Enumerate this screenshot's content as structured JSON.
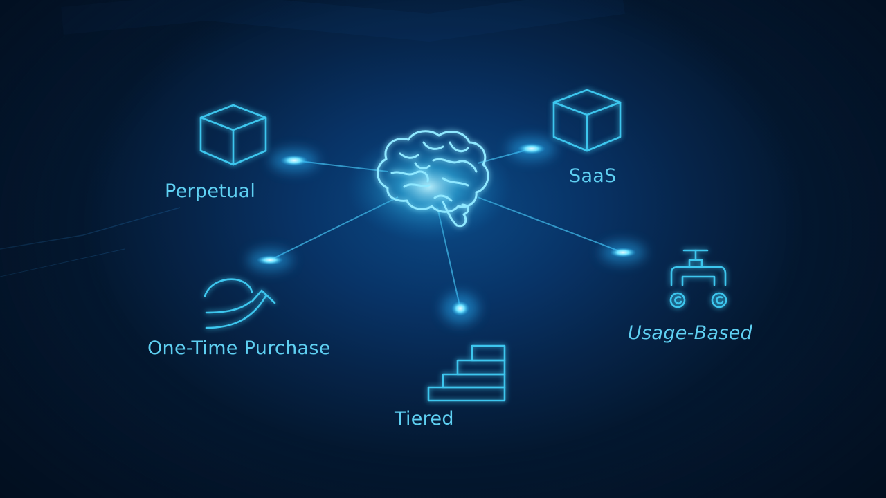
{
  "diagram": {
    "center": {
      "icon": "brain-icon"
    },
    "nodes": [
      {
        "id": "perpetual",
        "label": "Perpetual",
        "icon": "cube-icon"
      },
      {
        "id": "saas",
        "label": "SaaS",
        "icon": "cube-icon"
      },
      {
        "id": "one-time-purchase",
        "label": "One-Time Purchase",
        "icon": "curved-arrow-icon"
      },
      {
        "id": "tiered",
        "label": "Tiered",
        "icon": "stairs-icon"
      },
      {
        "id": "usage-based",
        "label": "Usage-Based",
        "icon": "faucet-meter-icon"
      }
    ]
  },
  "colors": {
    "accent": "#3ec6ee",
    "label": "#5fd0f2",
    "glow": "#7ee6ff",
    "background_center": "#0b4a86",
    "background_edge": "#041830"
  }
}
